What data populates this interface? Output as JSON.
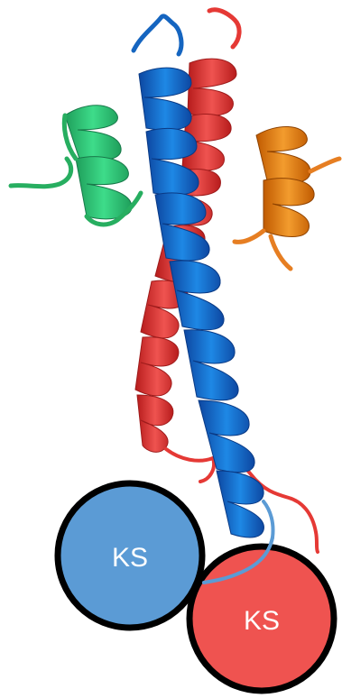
{
  "figure": {
    "domains": [
      {
        "label": "KS",
        "color": "#5B9BD5",
        "name": "ks-domain-blue"
      },
      {
        "label": "KS",
        "color": "#EF5350",
        "name": "ks-domain-red"
      }
    ],
    "helices": [
      {
        "name": "helix-blue",
        "color": "#1565C0"
      },
      {
        "name": "helix-red",
        "color": "#E53935"
      },
      {
        "name": "helix-green",
        "color": "#2ECC71"
      },
      {
        "name": "helix-orange",
        "color": "#E67E22"
      }
    ],
    "outline_color": "#000000"
  }
}
